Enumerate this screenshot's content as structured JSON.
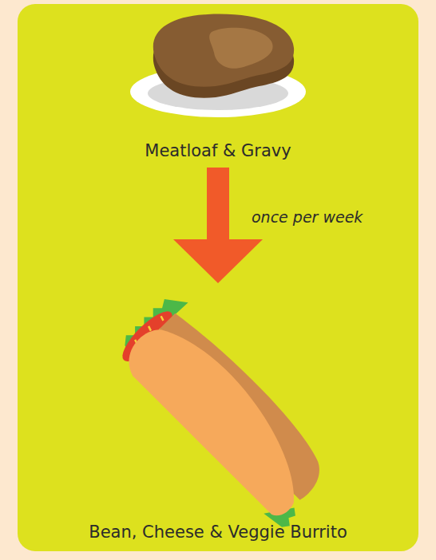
{
  "diagram": {
    "nodes": [
      {
        "text": [
          "Meatloaf & Gravy"
        ]
      },
      {
        "text": [
          "Bean, Cheese & Veggie Burrito"
        ]
      }
    ],
    "edges": [
      {
        "from": 0,
        "to": 1,
        "arrow": "to",
        "label": "once per week"
      }
    ]
  }
}
